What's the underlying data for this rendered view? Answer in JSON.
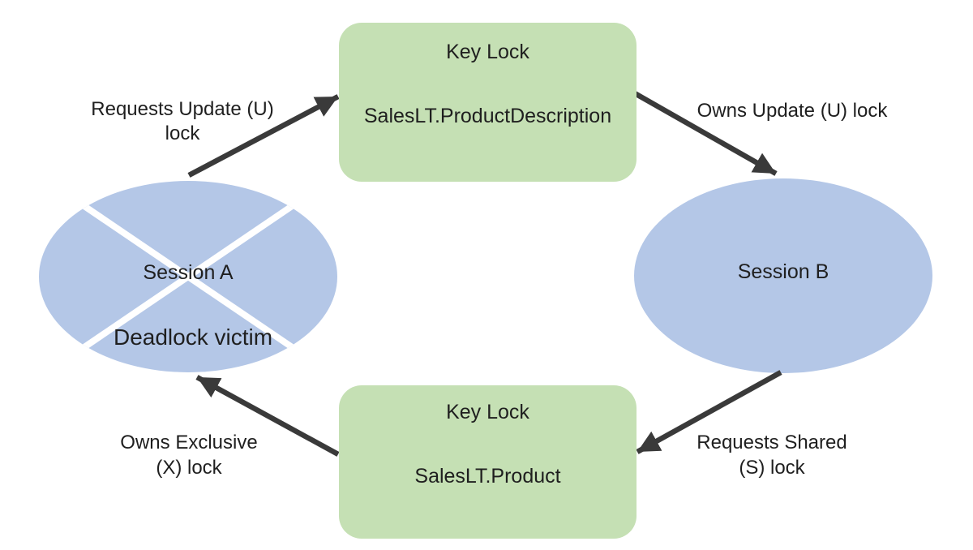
{
  "colors": {
    "node_green": "#c5e0b4",
    "node_blue": "#b4c7e7",
    "arrow": "#3a3a3a",
    "cross": "#ffffff",
    "text": "#1f1f1f"
  },
  "nodes": {
    "lock_top": {
      "title": "Key Lock",
      "name": "SalesLT.ProductDescription"
    },
    "lock_bottom": {
      "title": "Key Lock",
      "name": "SalesLT.Product"
    },
    "session_a": {
      "label": "Session A",
      "status": "Deadlock victim"
    },
    "session_b": {
      "label": "Session B"
    }
  },
  "edges": {
    "a_to_lock_top": {
      "label": "Requests Update (U)\nlock"
    },
    "lock_top_to_b": {
      "label": "Owns Update (U) lock"
    },
    "b_to_lock_bottom": {
      "label": "Requests Shared\n(S) lock"
    },
    "lock_bottom_to_a": {
      "label": "Owns Exclusive\n(X) lock"
    }
  }
}
